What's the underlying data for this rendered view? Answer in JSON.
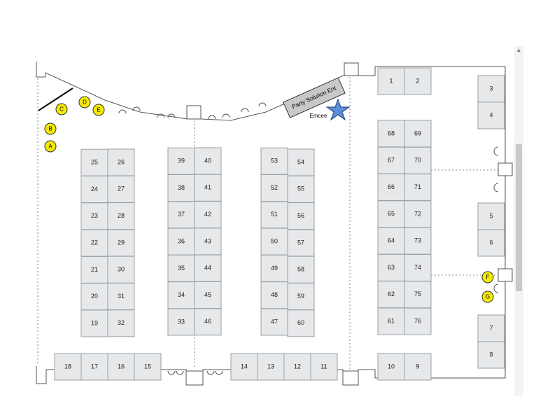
{
  "booths": [
    "1",
    "2",
    "3",
    "4",
    "5",
    "6",
    "7",
    "8",
    "9",
    "10",
    "11",
    "12",
    "13",
    "14",
    "15",
    "16",
    "17",
    "18",
    "19",
    "20",
    "21",
    "22",
    "23",
    "24",
    "25",
    "26",
    "27",
    "28",
    "29",
    "30",
    "31",
    "32",
    "33",
    "34",
    "35",
    "36",
    "37",
    "38",
    "39",
    "40",
    "41",
    "42",
    "43",
    "44",
    "45",
    "46",
    "47",
    "48",
    "49",
    "50",
    "51",
    "52",
    "53",
    "54",
    "55",
    "56",
    "57",
    "58",
    "59",
    "60",
    "61",
    "62",
    "63",
    "64",
    "65",
    "66",
    "67",
    "68",
    "69",
    "70",
    "71",
    "72",
    "73",
    "74",
    "75",
    "76"
  ],
  "markers": [
    "A",
    "B",
    "C",
    "D",
    "E",
    "F",
    "G"
  ],
  "stage_label": "Party Solution Ent",
  "emcee_label": "Emcee",
  "colors": {
    "booth_fill": "#e6e8ea",
    "booth_stroke": "#9aa0a6",
    "marker": "#f5ea00",
    "star": "#5b8fd6",
    "stage": "#c8c8c8"
  },
  "icons": {
    "emcee": "star-icon"
  }
}
